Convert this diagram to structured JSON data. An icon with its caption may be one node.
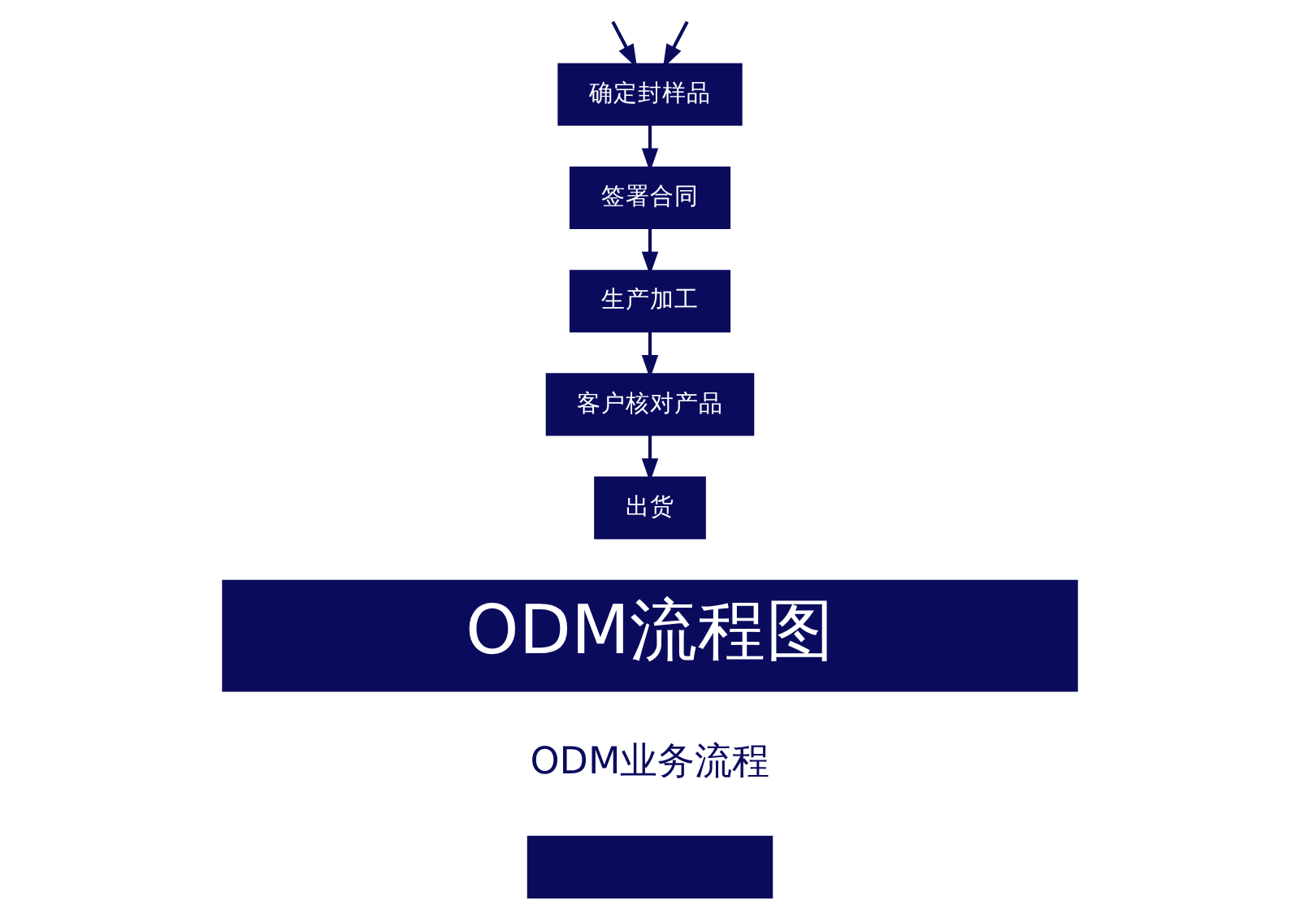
{
  "diagram": {
    "nodes": [
      {
        "text": [
          "确定封样品"
        ]
      },
      {
        "text": [
          "签署合同"
        ]
      },
      {
        "text": [
          "生产加工"
        ]
      },
      {
        "text": [
          "客户核对产品"
        ]
      },
      {
        "text": [
          "出货"
        ]
      },
      {
        "text": [
          "ODM流程图"
        ]
      },
      {
        "text": [],
        "shape": "box"
      }
    ],
    "edges": [
      {
        "from": null,
        "to": 0,
        "arrow": "to"
      },
      {
        "from": null,
        "to": 0,
        "arrow": "to"
      },
      {
        "from": 0,
        "to": 1,
        "arrow": "to"
      },
      {
        "from": 1,
        "to": 2,
        "arrow": "to"
      },
      {
        "from": 2,
        "to": 3,
        "arrow": "to"
      },
      {
        "from": 3,
        "to": 4,
        "arrow": "to"
      }
    ],
    "labels": [
      "ODM业务流程"
    ]
  }
}
